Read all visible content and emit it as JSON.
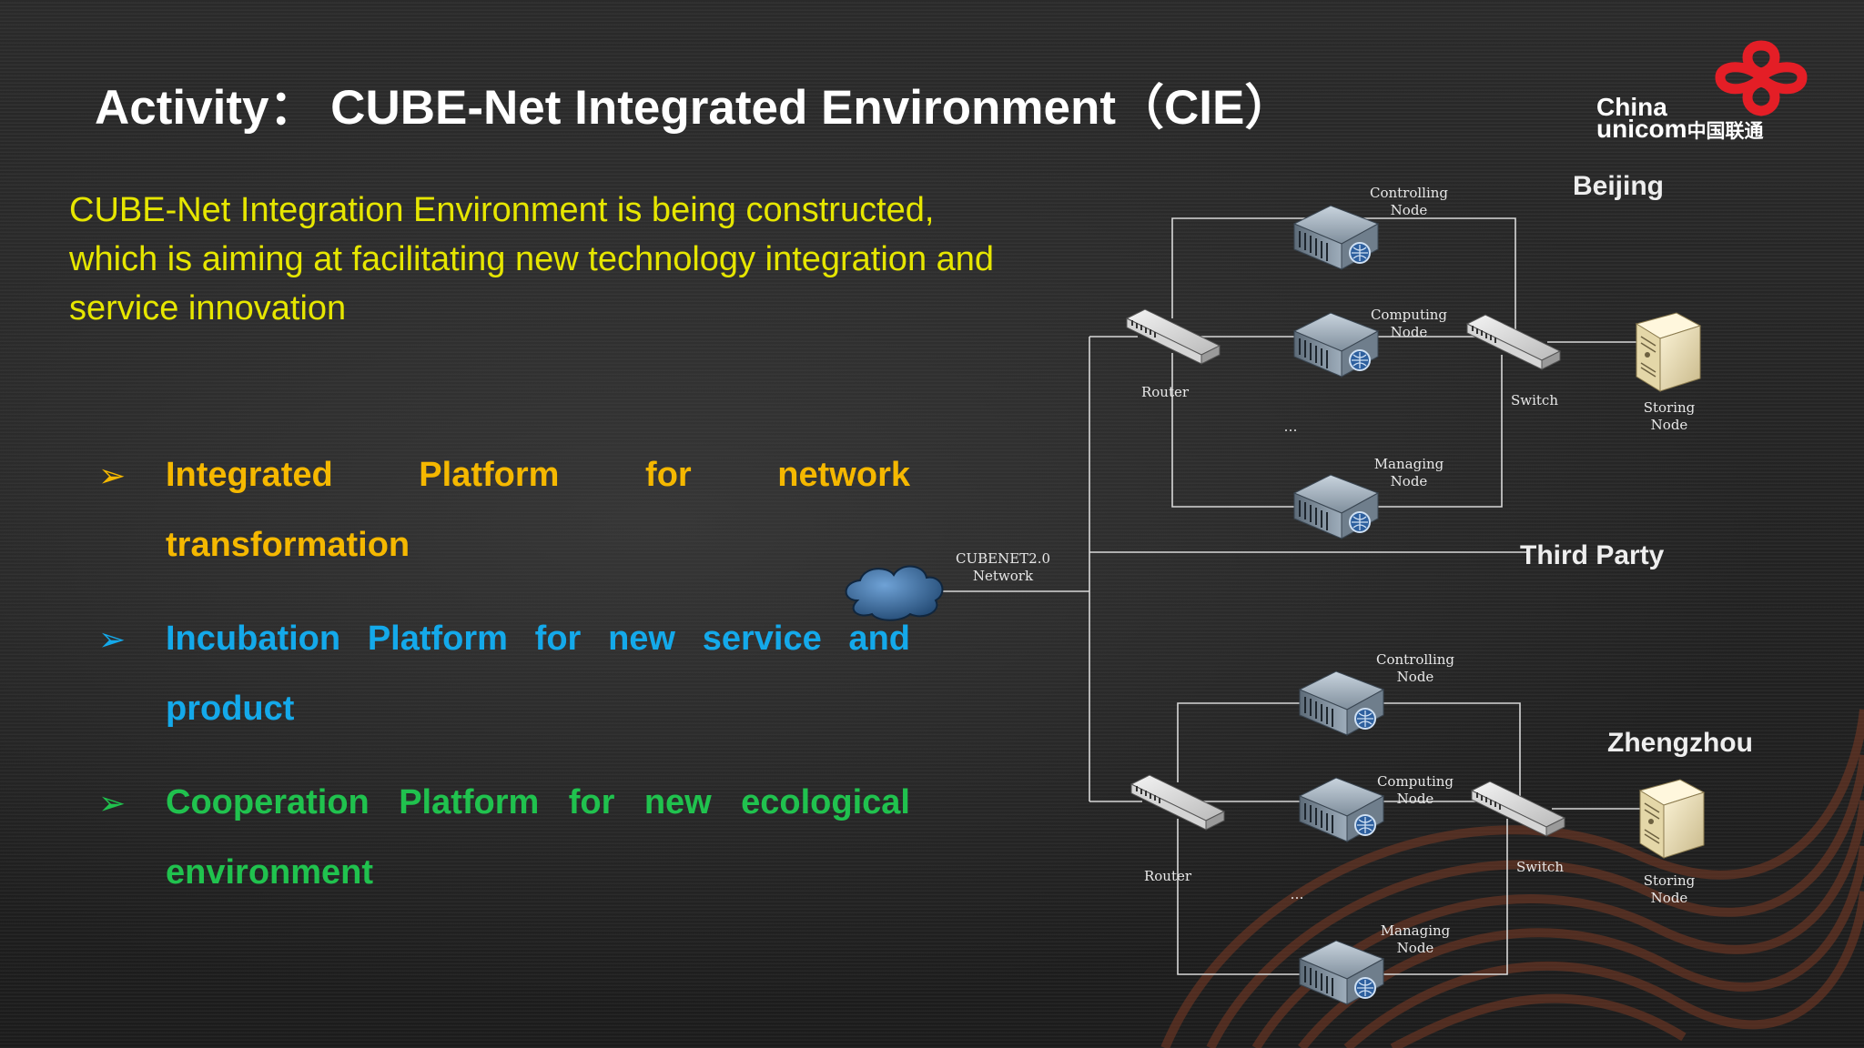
{
  "title": "Activity：  CUBE-Net Integrated Environment（CIE）",
  "logo": {
    "line1": "China",
    "line2": "unicom",
    "chinese": "中国联通",
    "brand_color": "#e41e26"
  },
  "intro": {
    "line1": "CUBE-Net Integration Environment is being constructed,",
    "line2": "which is aiming at facilitating new technology integration and",
    "line3": "service innovation"
  },
  "bullets": [
    {
      "text": "Integrated Platform for network transformation",
      "color": "#f5b800",
      "icon": "arrow-bullet-icon"
    },
    {
      "text": "Incubation Platform for new service and product",
      "color": "#14a9ea",
      "icon": "arrow-bullet-icon"
    },
    {
      "text": "Cooperation Platform for new ecological environment",
      "color": "#20c24e",
      "icon": "arrow-bullet-icon"
    }
  ],
  "diagram": {
    "network_label_1": "CUBENET2.0",
    "network_label_2": "Network",
    "third_party": "Third Party",
    "sites": [
      {
        "name": "Beijing",
        "controlling": [
          "Controlling",
          "Node"
        ],
        "computing": [
          "Computing",
          "Node"
        ],
        "ellipsis": "…",
        "managing": [
          "Managing",
          "Node"
        ],
        "router": "Router",
        "switch": "Switch",
        "storing": [
          "Storing",
          "Node"
        ]
      },
      {
        "name": "Zhengzhou",
        "controlling": [
          "Controlling",
          "Node"
        ],
        "computing": [
          "Computing",
          "Node"
        ],
        "ellipsis": "…",
        "managing": [
          "Managing",
          "Node"
        ],
        "router": "Router",
        "switch": "Switch",
        "storing": [
          "Storing",
          "Node"
        ]
      }
    ]
  }
}
